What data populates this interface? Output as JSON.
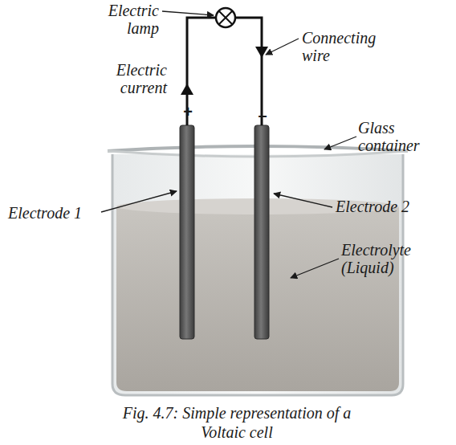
{
  "diagram": {
    "caption": "Fig. 4.7: Simple representation of a Voltaic cell",
    "labels": [
      "Electric lamp",
      "Connecting wire",
      "Electric current",
      "+",
      "–",
      "Glass container",
      "Electrode 1",
      "Electrode 2",
      "Electrolyte (Liquid)"
    ]
  }
}
